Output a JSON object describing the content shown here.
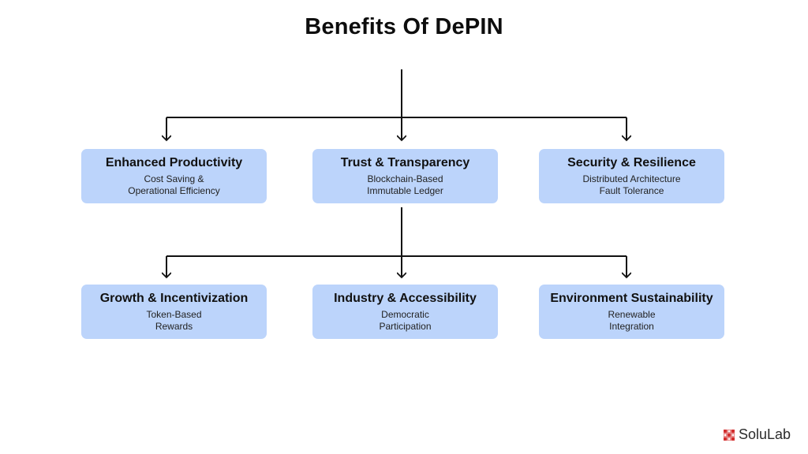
{
  "title": "Benefits Of DePIN",
  "row1": [
    {
      "heading": "Enhanced Productivity",
      "lines": [
        "Cost Saving &",
        "Operational Efficiency"
      ]
    },
    {
      "heading": "Trust & Transparency",
      "lines": [
        "Blockchain-Based",
        "Immutable Ledger"
      ]
    },
    {
      "heading": "Security & Resilience",
      "lines": [
        "Distributed Architecture",
        "Fault Tolerance"
      ]
    }
  ],
  "row2": [
    {
      "heading": "Growth & Incentivization",
      "lines": [
        "Token-Based",
        "Rewards"
      ]
    },
    {
      "heading": "Industry & Accessibility",
      "lines": [
        "Democratic",
        "Participation"
      ]
    },
    {
      "heading": "Environment Sustainability",
      "lines": [
        "Renewable",
        "Integration"
      ]
    }
  ],
  "logo": {
    "text": "SoluLab",
    "icon": "solulab-logo-icon",
    "accent": "#d32f2f"
  },
  "colors": {
    "box": "#bcd4fb",
    "line": "#111111"
  }
}
